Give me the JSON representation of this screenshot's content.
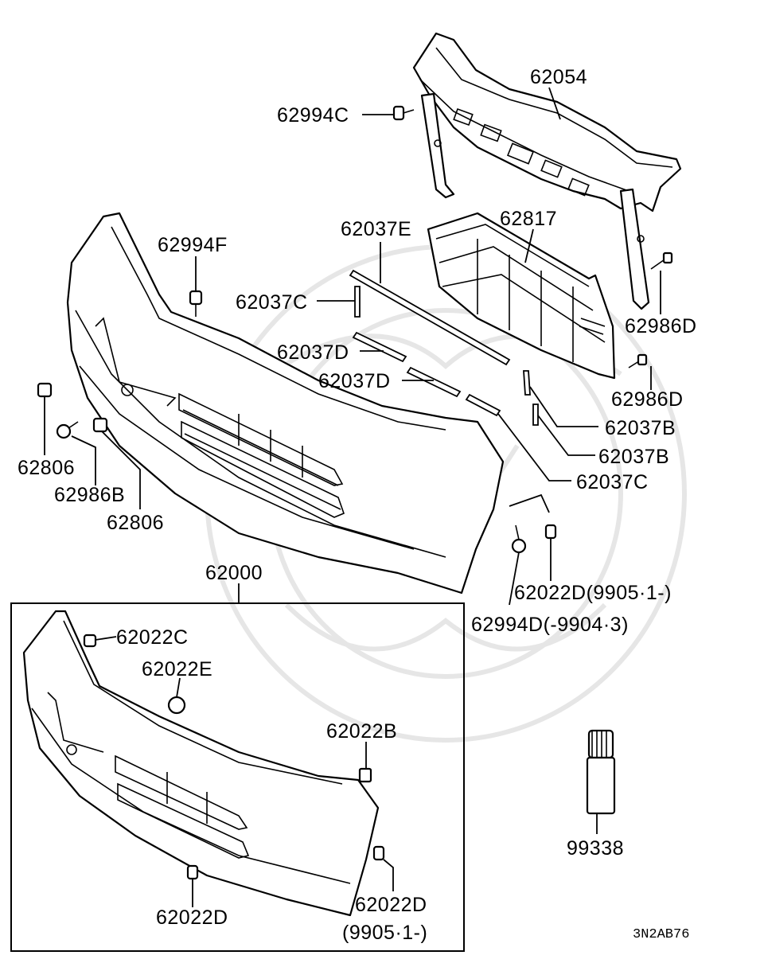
{
  "labels": {
    "p62054": "62054",
    "p62994C": "62994C",
    "p62037E": "62037E",
    "p62817": "62817",
    "p62994F": "62994F",
    "p62037C_top": "62037C",
    "p62986D_top": "62986D",
    "p62037D_a": "62037D",
    "p62037D_b": "62037D",
    "p62986D_mid": "62986D",
    "p62037B_a": "62037B",
    "p62037B_b": "62037B",
    "p62037C_bot": "62037C",
    "p62806_left": "62806",
    "p62986B": "62986B",
    "p62806_mid": "62806",
    "p62000": "62000",
    "p62022D_right": "62022D(9905·1-)",
    "p62994D": "62994D(-9904·3)",
    "p62022C": "62022C",
    "p62022E": "62022E",
    "p62022B": "62022B",
    "p99338": "99338",
    "p62022D_inset_left": "62022D",
    "p62022D_inset_right": "62022D",
    "p62022D_inset_right_date": "(9905·1-)",
    "figure_code": "3N2AB76"
  }
}
